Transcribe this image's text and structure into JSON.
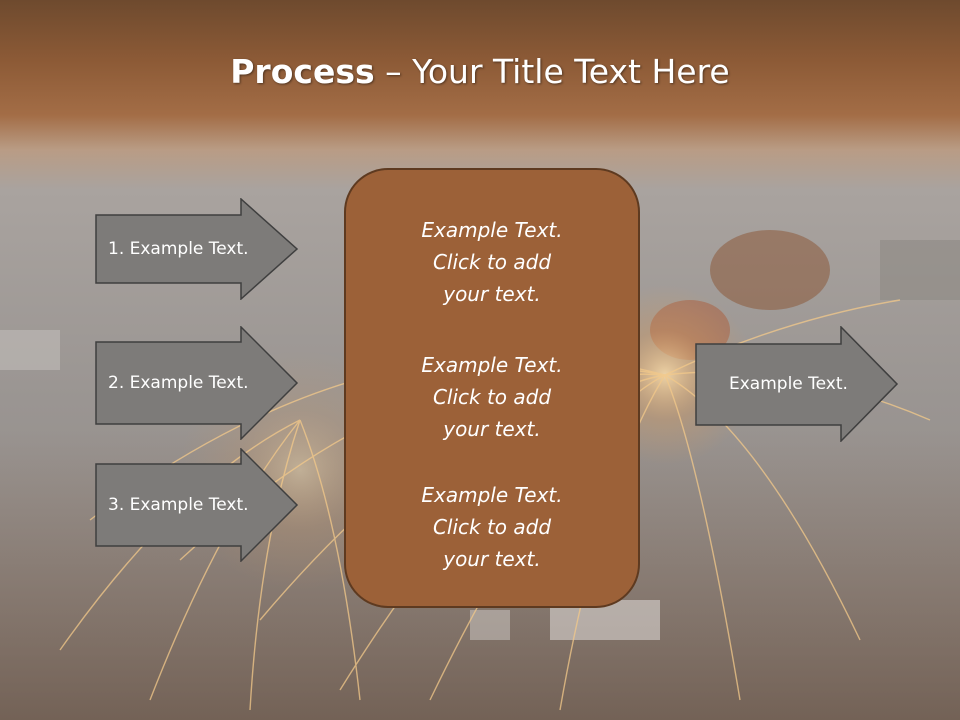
{
  "title": {
    "bold": "Process",
    "rest": " – Your Title Text Here"
  },
  "left_arrows": [
    {
      "label": "1. Example Text."
    },
    {
      "label": "2. Example Text."
    },
    {
      "label": "3. Example Text."
    }
  ],
  "center_box": {
    "paragraphs": [
      "Example Text.\nClick  to add\nyour text.",
      "Example Text.\nClick  to add\nyour text.",
      "Example Text.\nClick  to add\nyour text."
    ]
  },
  "right_arrow": {
    "label": "Example Text."
  },
  "colors": {
    "arrow_fill": "#7d7b79",
    "arrow_stroke": "#3f3f3f",
    "box_fill": "#9c6138",
    "box_border": "#5e3a20",
    "title_bar": "#8c5a36"
  }
}
